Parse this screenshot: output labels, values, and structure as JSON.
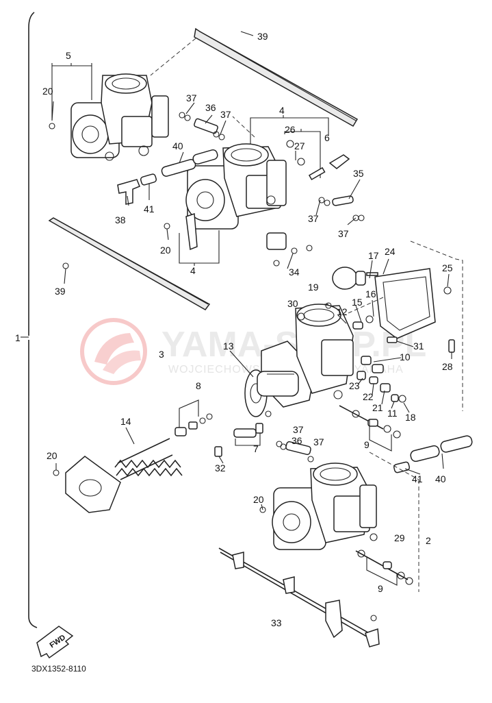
{
  "diagram": {
    "callouts": [
      {
        "id": "c5a",
        "text": "5"
      },
      {
        "id": "c20a",
        "text": "20"
      },
      {
        "id": "c39a",
        "text": "39"
      },
      {
        "id": "c37a",
        "text": "37"
      },
      {
        "id": "c36a",
        "text": "36"
      },
      {
        "id": "c37b",
        "text": "37"
      },
      {
        "id": "c4a",
        "text": "4"
      },
      {
        "id": "c26",
        "text": "26"
      },
      {
        "id": "c6",
        "text": "6"
      },
      {
        "id": "c27",
        "text": "27"
      },
      {
        "id": "c40a",
        "text": "40"
      },
      {
        "id": "c35",
        "text": "35"
      },
      {
        "id": "c38",
        "text": "38"
      },
      {
        "id": "c41a",
        "text": "41"
      },
      {
        "id": "c37c",
        "text": "37"
      },
      {
        "id": "c37d",
        "text": "37"
      },
      {
        "id": "c20b",
        "text": "20"
      },
      {
        "id": "c4b",
        "text": "4"
      },
      {
        "id": "c34",
        "text": "34"
      },
      {
        "id": "c39b",
        "text": "39"
      },
      {
        "id": "c17",
        "text": "17"
      },
      {
        "id": "c24",
        "text": "24"
      },
      {
        "id": "c25",
        "text": "25"
      },
      {
        "id": "c19",
        "text": "19"
      },
      {
        "id": "c16",
        "text": "16"
      },
      {
        "id": "c30",
        "text": "30"
      },
      {
        "id": "c15",
        "text": "15"
      },
      {
        "id": "c12",
        "text": "12"
      },
      {
        "id": "c1",
        "text": "1"
      },
      {
        "id": "c13",
        "text": "13"
      },
      {
        "id": "c31",
        "text": "31"
      },
      {
        "id": "c3",
        "text": "3"
      },
      {
        "id": "c10",
        "text": "10"
      },
      {
        "id": "c28",
        "text": "28"
      },
      {
        "id": "c23",
        "text": "23"
      },
      {
        "id": "c22",
        "text": "22"
      },
      {
        "id": "c21",
        "text": "21"
      },
      {
        "id": "c11",
        "text": "11"
      },
      {
        "id": "c18",
        "text": "18"
      },
      {
        "id": "c8",
        "text": "8"
      },
      {
        "id": "c14",
        "text": "14"
      },
      {
        "id": "c7",
        "text": "7"
      },
      {
        "id": "c9a",
        "text": "9"
      },
      {
        "id": "c37e",
        "text": "37"
      },
      {
        "id": "c36b",
        "text": "36"
      },
      {
        "id": "c37f",
        "text": "37"
      },
      {
        "id": "c20c",
        "text": "20"
      },
      {
        "id": "c32",
        "text": "32"
      },
      {
        "id": "c41b",
        "text": "41"
      },
      {
        "id": "c40b",
        "text": "40"
      },
      {
        "id": "c20d",
        "text": "20"
      },
      {
        "id": "c29",
        "text": "29"
      },
      {
        "id": "c2",
        "text": "2"
      },
      {
        "id": "c9b",
        "text": "9"
      },
      {
        "id": "c33",
        "text": "33"
      }
    ],
    "diagram_code": "3DX1352-8110",
    "fwd_label": "FWD",
    "watermark": {
      "title": "YAMA-SHOP.PL",
      "subtitle": "WOJCIECHOWSKI MOTOCYKLE YAMAHA",
      "logo_color": "#e05050",
      "text_color": "#cfcfcf"
    }
  }
}
